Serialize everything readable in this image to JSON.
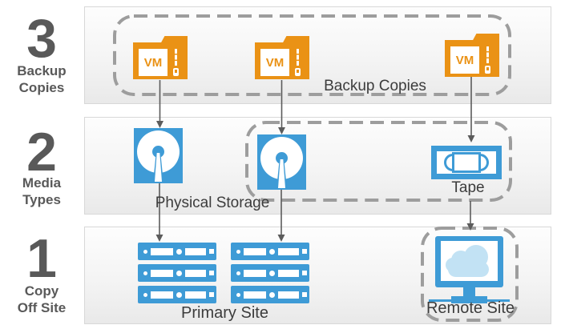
{
  "left_column": {
    "rows": [
      {
        "number": "3",
        "label_line1": "Backup",
        "label_line2": "Copies"
      },
      {
        "number": "2",
        "label_line1": "Media",
        "label_line2": "Types"
      },
      {
        "number": "1",
        "label_line1": "Copy",
        "label_line2": "Off Site"
      }
    ]
  },
  "diagram": {
    "vm_label": "VM",
    "backup_copies_label": "Backup Copies",
    "physical_storage_label": "Physical Storage",
    "tape_label": "Tape",
    "primary_site_label": "Primary Site",
    "remote_site_label": "Remote Site"
  },
  "icons": {
    "backup_folder": "vm-zip-folder-icon",
    "disk": "disk-storage-icon",
    "tape": "tape-cartridge-icon",
    "server": "server-stack-icon",
    "remote": "monitor-cloud-icon",
    "arrow": "down-arrow-connector"
  },
  "colors": {
    "orange": "#EA9215",
    "blue": "#3E9BD6",
    "cloud_blue": "#C2E2F4",
    "dash_gray": "#9D9D9D",
    "arrow_gray": "#5B5B5B",
    "number_gray": "#595959",
    "label_dark": "#3C3C3C"
  }
}
